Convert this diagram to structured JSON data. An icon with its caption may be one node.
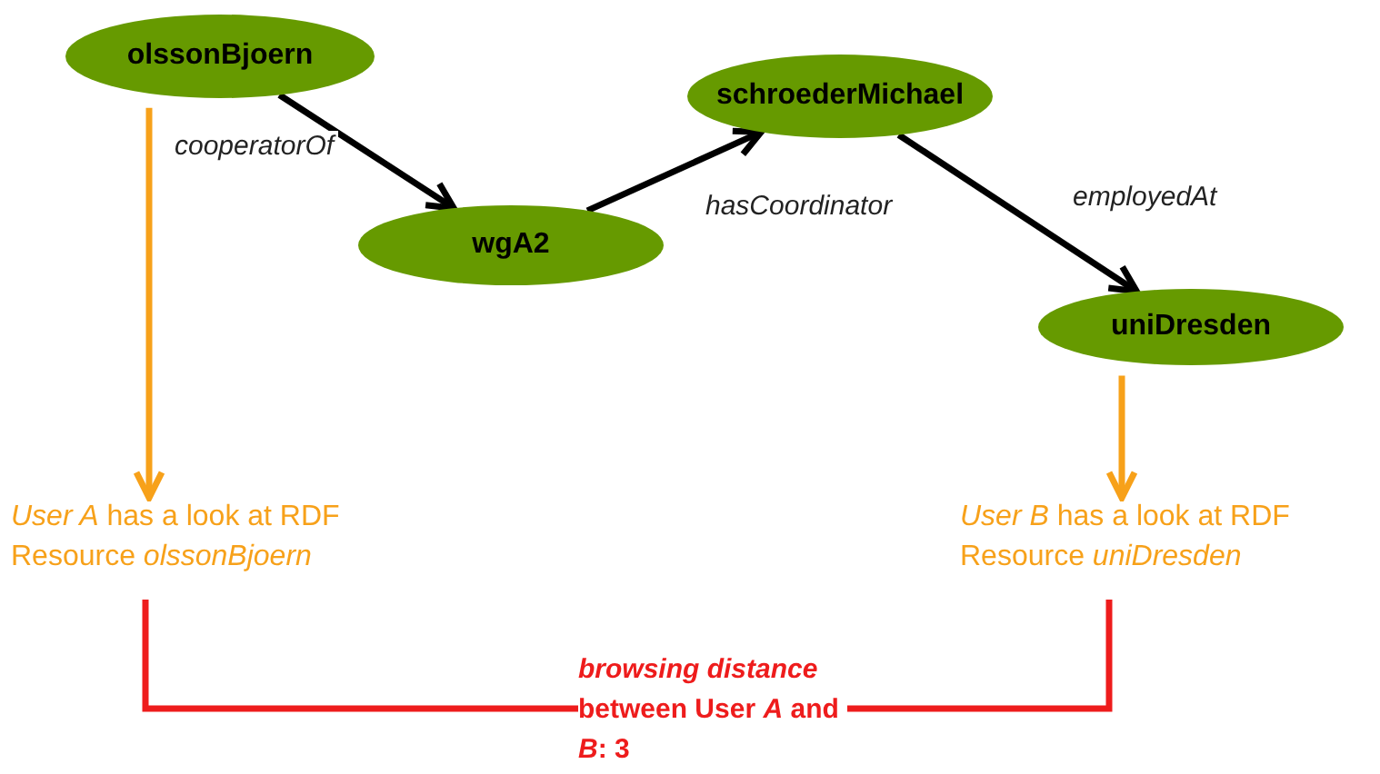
{
  "diagram": {
    "nodes": [
      {
        "text": [
          "olssonBjoern"
        ]
      },
      {
        "text": [
          "wgA2"
        ]
      },
      {
        "text": [
          "schroederMichael"
        ]
      },
      {
        "text": [
          "uniDresden"
        ]
      },
      {
        "text": [
          "*User A* has a look at RDF Resource *olssonBjoern*"
        ]
      },
      {
        "text": [
          "*User B* has a look at RDF Resource *uniDresden*"
        ]
      },
      {
        "text": [
          "*browsing distance* between User *A* and *B*: 3"
        ]
      }
    ],
    "edges": [
      {
        "from": 0,
        "to": 1,
        "arrow": "to",
        "label": "cooperatorOf"
      },
      {
        "from": 1,
        "to": 2,
        "arrow": "to",
        "label": "hasCoordinator"
      },
      {
        "from": 2,
        "to": 3,
        "arrow": "to",
        "label": "employedAt"
      },
      {
        "from": 0,
        "to": 4,
        "arrow": "to",
        "color": "#f7a11a"
      },
      {
        "from": 3,
        "to": 5,
        "arrow": "to",
        "color": "#f7a11a"
      },
      {
        "from": 4,
        "to": 6,
        "arrow": "none",
        "color": "#ee1c1c"
      },
      {
        "from": 5,
        "to": 6,
        "arrow": "none",
        "color": "#ee1c1c"
      }
    ]
  }
}
